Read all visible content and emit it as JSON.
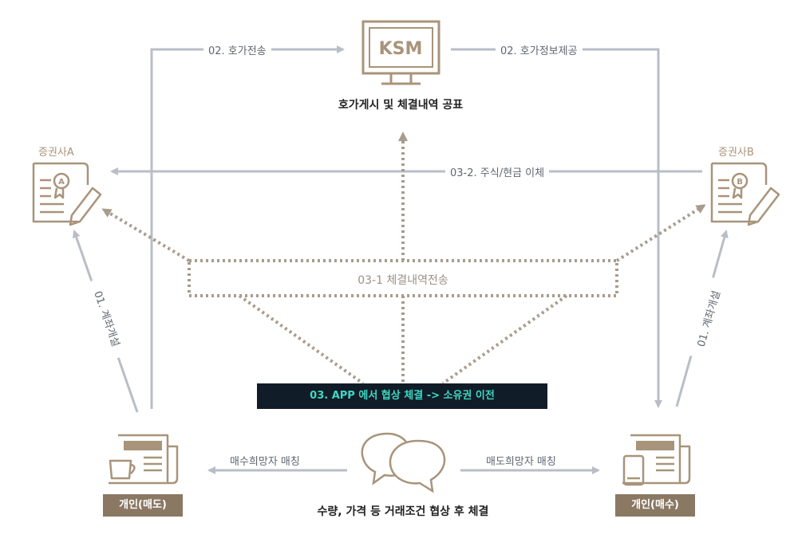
{
  "ksm": {
    "monitor_text": "KSM",
    "caption": "호가게시 및 체결내역 공표"
  },
  "brokers": {
    "a_name": "증권사A",
    "b_name": "증권사B",
    "a_badge": "A",
    "b_badge": "B"
  },
  "persons": {
    "seller": "개인(매도)",
    "buyer": "개인(매수)"
  },
  "flows": {
    "quote_send": "02. 호가전송",
    "quote_info": "02. 호가정보제공",
    "transfer": "03-2. 주식/현금 이체",
    "exec_send": "03-1 체결내역전송",
    "account_left": "01. 계좌개설",
    "account_right": "01. 계좌개설",
    "buyer_match": "매수희망자 매칭",
    "seller_match": "매도희망자 매칭"
  },
  "execution": {
    "banner": "03. APP 에서 협상 체결 -> 소유권 이전",
    "negotiation": "수량, 가격 등 거래조건 협상 후 체결"
  },
  "colors": {
    "flow_line": "#b8bec7",
    "dotted": "#a89c8c",
    "icon": "#a8947a",
    "badge": "#8a7863",
    "banner_bg": "#101c28",
    "banner_text": "#3fd8c3"
  }
}
